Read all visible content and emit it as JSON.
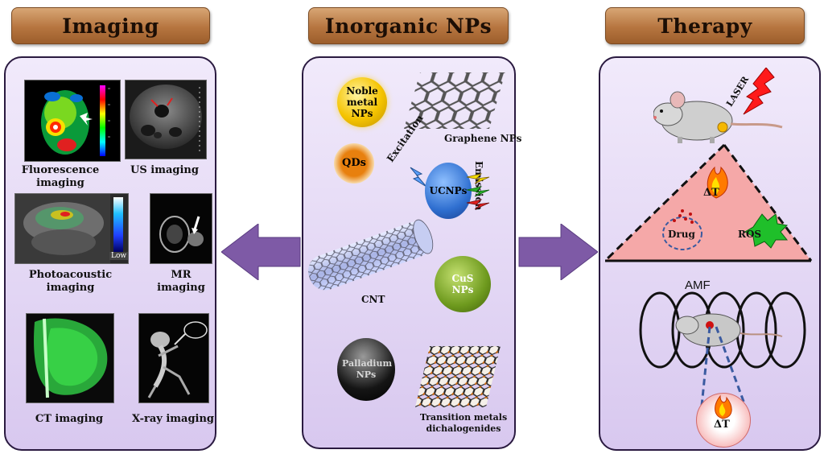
{
  "headers": {
    "imaging": "Imaging",
    "nps": "Inorganic NPs",
    "therapy": "Therapy"
  },
  "imaging": {
    "fluorescence": "Fluorescence imaging",
    "us": "US imaging",
    "photoacoustic": "Photoacoustic imaging",
    "photoacoustic_scale": "Low",
    "mr": "MR imaging",
    "ct": "CT imaging",
    "xray": "X-ray imaging"
  },
  "nps": {
    "noble": "Noble metal NPs",
    "graphene": "Graphene NPs",
    "qds": "QDs",
    "ucnps": "UCNPs",
    "excitation": "Excitation",
    "emission": "Emission",
    "cnt": "CNT",
    "cus": "CuS NPs",
    "palladium": "Palladium NPs",
    "tmd": "Transition metals dichalogenides"
  },
  "therapy": {
    "laser": "LASER",
    "delta_t": "ΔT",
    "drug": "Drug",
    "ros": "ROS",
    "amf": "AMF",
    "delta_t2": "ΔT"
  },
  "colors": {
    "header_brown": "#b6753f",
    "panel_lavender": "#e6dbf6",
    "arrow_purple": "#7e5aa6",
    "noble_yellow": "#f5c400",
    "qds_orange": "#e8800e",
    "ucnps_blue": "#2f6fd0",
    "cus_green": "#6e9a1e",
    "palladium_black": "#151515",
    "triangle_pink": "#f5a8a8",
    "ros_green": "#1fbf2a"
  }
}
